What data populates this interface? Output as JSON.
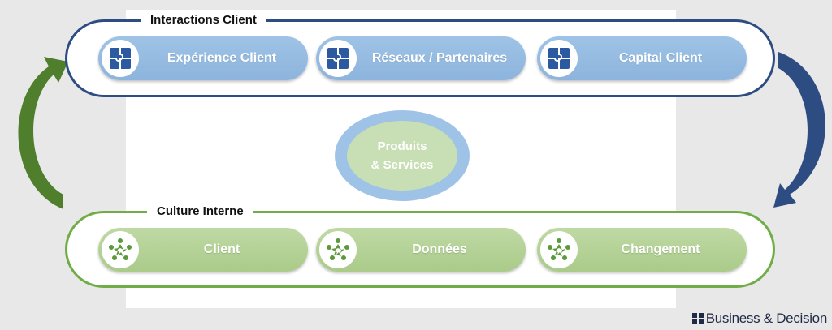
{
  "top_band": {
    "title": "Interactions Client",
    "items": [
      {
        "label": "Expérience Client",
        "icon": "puzzle-icon"
      },
      {
        "label": "Réseaux / Partenaires",
        "icon": "puzzle-icon"
      },
      {
        "label": "Capital Client",
        "icon": "puzzle-icon"
      }
    ]
  },
  "bottom_band": {
    "title": "Culture Interne",
    "items": [
      {
        "label": "Client",
        "icon": "people-circle-icon"
      },
      {
        "label": "Données",
        "icon": "people-circle-icon"
      },
      {
        "label": "Changement",
        "icon": "people-circle-icon"
      }
    ]
  },
  "center": {
    "line1": "Produits",
    "line2": "& Services"
  },
  "logo": {
    "text": "Business & Decision"
  },
  "colors": {
    "blue_border": "#2c4c82",
    "blue_pill": "#9ec3e6",
    "green_border": "#70ad47",
    "green_pill": "#bfd9a4",
    "arrow_green": "#4f7f2c",
    "arrow_blue": "#2c4c82"
  }
}
